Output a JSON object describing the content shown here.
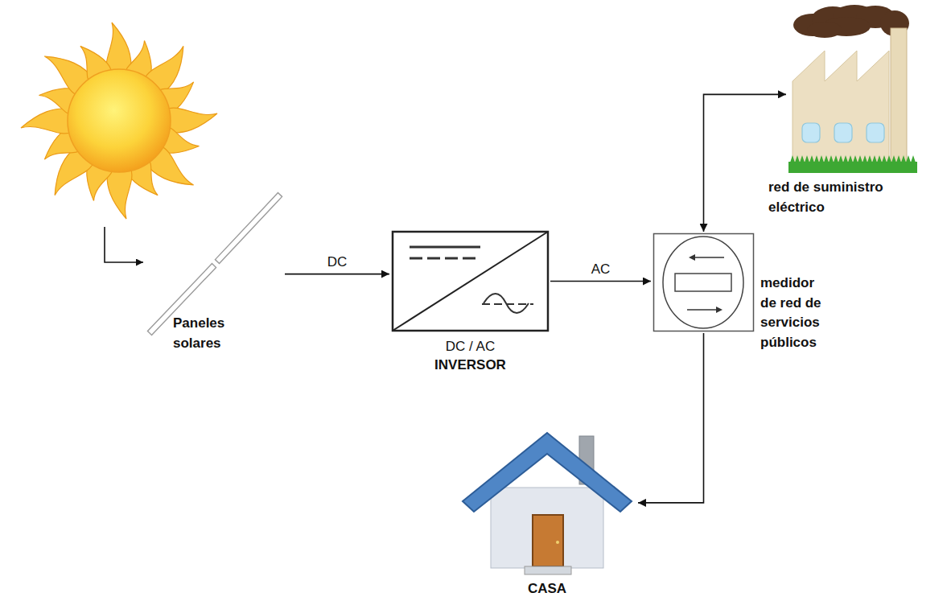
{
  "diagram": {
    "nodes": [
      {
        "text": [
          "Paneles solares"
        ]
      },
      {
        "text": [
          "DC / AC",
          "INVERSOR"
        ]
      },
      {
        "text": [
          "red de suministro eléctrico"
        ]
      },
      {
        "text": [
          "medidor de red de servicios públicos"
        ]
      },
      {
        "text": [
          "CASA"
        ]
      }
    ],
    "edges": [
      {
        "from": 0,
        "to": 1,
        "arrow": "to",
        "label": "DC"
      },
      {
        "from": 1,
        "to": 3,
        "arrow": "to",
        "label": "AC"
      },
      {
        "from": 3,
        "to": 2,
        "arrow": "both"
      },
      {
        "from": 3,
        "to": 4,
        "arrow": "to"
      }
    ]
  }
}
